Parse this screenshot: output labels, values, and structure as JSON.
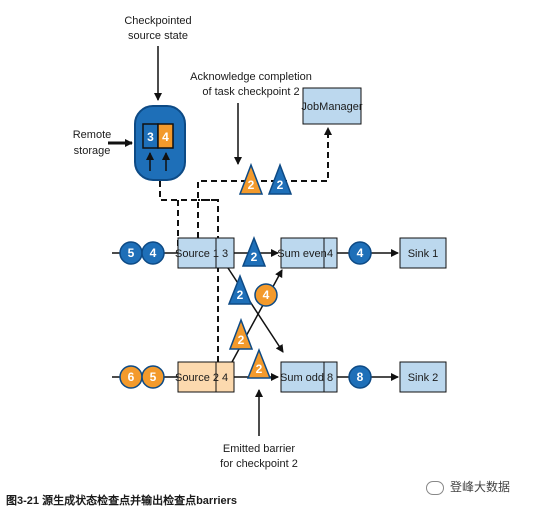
{
  "diagram": {
    "label_checkpointed_line1": "Checkpointed",
    "label_checkpointed_line2": "source state",
    "label_remote_line1": "Remote",
    "label_remote_line2": "storage",
    "label_ack_line1": "Acknowledge completion",
    "label_ack_line2": "of task checkpoint 2",
    "label_emitted_line1": "Emitted barrier",
    "label_emitted_line2": "for checkpoint 2",
    "jobmanager": "JobManager",
    "source1": "Source 1",
    "source1_state": "3",
    "source2": "Source 2",
    "source2_state": "4",
    "sum_even": "Sum even",
    "sum_even_state": "4",
    "sum_odd": "Sum odd",
    "sum_odd_state": "8",
    "sink1": "Sink 1",
    "sink2": "Sink 2",
    "storage_slot1": "3",
    "storage_slot2": "4",
    "top_rec1": "5",
    "top_rec2": "4",
    "top_barrier": "2",
    "top_out_rec": "4",
    "bot_rec1": "6",
    "bot_rec2": "5",
    "bot_barrier": "2",
    "bot_out_rec": "8",
    "ack_barrier_orange": "2",
    "ack_barrier_blue": "2",
    "cross_blue_barrier": "2",
    "cross_orange_barrier": "2",
    "cross_orange_rec": "4",
    "color_blue": "#1e6fb8",
    "color_orange": "#f39a2c",
    "color_box_blue": "#bcd8ee",
    "color_box_orange": "#fcd9ae"
  },
  "caption": "图3-21 源生成状态检查点并输出检查点barriers",
  "watermark": "登峰大数据"
}
